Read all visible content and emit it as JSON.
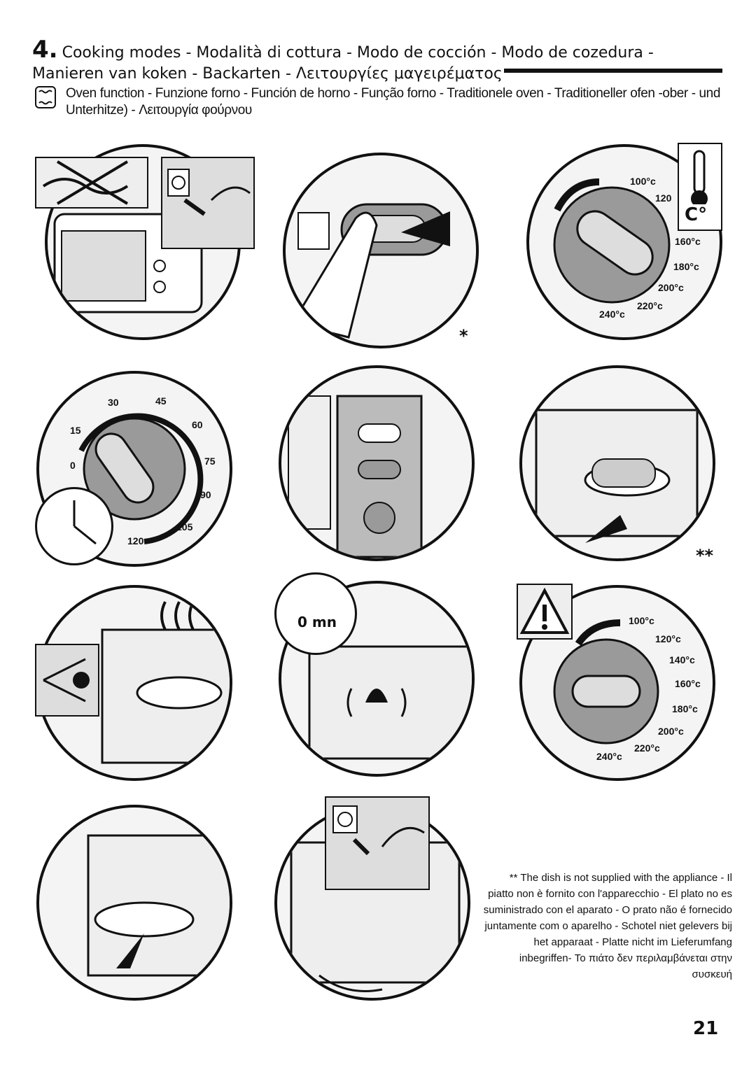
{
  "header": {
    "number": "4.",
    "line1": "Cooking modes - Modalità di cottura - Modo de cocción - Modo de cozedura -",
    "line2": "Manieren van koken - Backarten - Λειτουργίες μαγειρέματος"
  },
  "subtitle": "Oven function - Funzione forno - Función de horno - Função forno - Traditionele oven - Traditioneller ofen -ober - und Unterhitze) - Λειτουργία φούρνου",
  "temperature_dial": {
    "unit": "C°",
    "marks": [
      "100°c",
      "120",
      "160°c",
      "180°c",
      "200°c",
      "220°c",
      "240°c"
    ]
  },
  "temperature_dial_2": {
    "marks": [
      "100°c",
      "120°c",
      "140°c",
      "160°c",
      "180°c",
      "200°c",
      "220°c",
      "240°c"
    ]
  },
  "timer_dial": {
    "marks": [
      "0",
      "15",
      "30",
      "45",
      "60",
      "75",
      "90",
      "105",
      "120"
    ]
  },
  "timer_end": "0 mn",
  "markers": {
    "single": "*",
    "double": "**"
  },
  "footnote": "** The dish is not supplied with the appliance - Il piatto non è fornito con l'apparecchio - El plato no es suministrado con el aparato - O prato não é fornecido juntamente com o aparelho - Schotel niet gelevers bij het apparaat - Platte nicht im Lieferumfang inbegriffen- Το πιάτο δεν περιλαμβάνεται στην συσκευή",
  "page_number": "21",
  "colors": {
    "ink": "#111111",
    "fill": "#f4f4f4",
    "mid": "#9a9a9a"
  }
}
